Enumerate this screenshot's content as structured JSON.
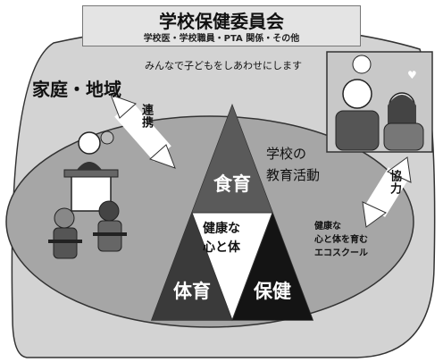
{
  "header": {
    "title": "学校保健委員会",
    "subtitle": "学校医・学校職員・PTA 関係・その他"
  },
  "slogan": "みんなで子どもをしあわせにします",
  "outer_region": {
    "label": "家庭・地域"
  },
  "school_region": {
    "line1": "学校の",
    "line2": "教育活動"
  },
  "arrows": {
    "left": "連携",
    "right": "協力"
  },
  "eco": {
    "line1": "健康な",
    "line2": "心と体を育む",
    "line3": "エコスクール"
  },
  "triangle": {
    "top": "食育",
    "left": "体育",
    "right": "保健",
    "center_line1": "健康な",
    "center_line2": "心と体"
  },
  "colors": {
    "outer_fill": "#d3d3d3",
    "school_fill": "#a6a6a6",
    "triangle_top": "#5a5a5a",
    "triangle_left": "#3a3a3a",
    "triangle_right": "#141414",
    "triangle_center": "#ffffff"
  }
}
